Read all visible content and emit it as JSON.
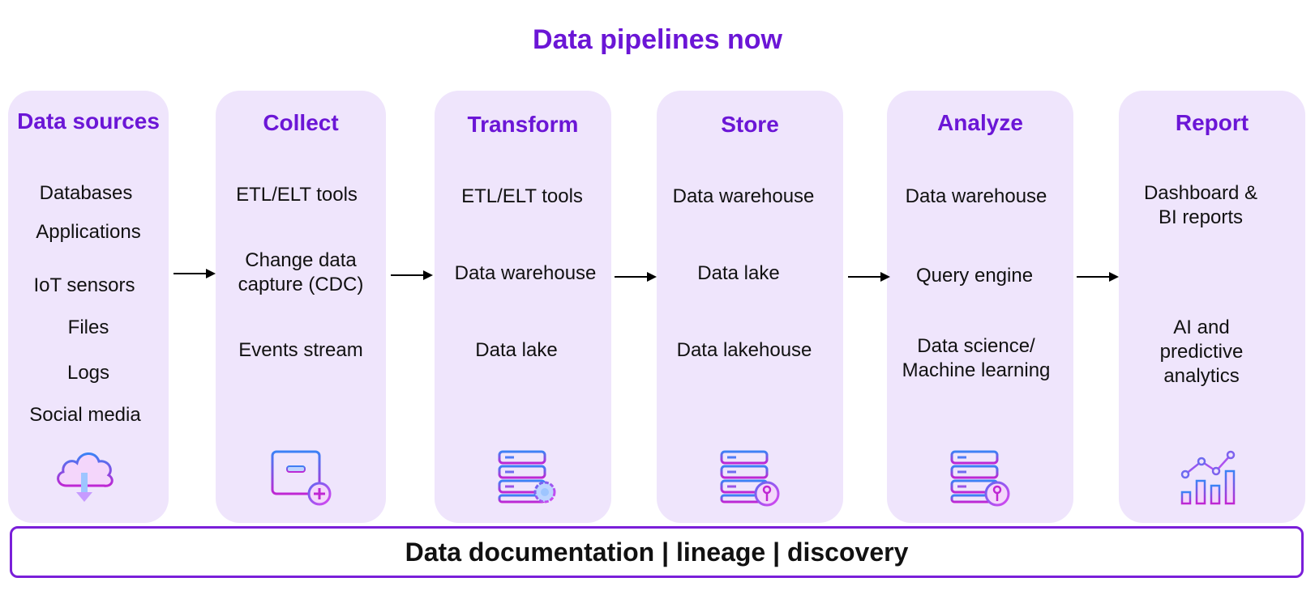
{
  "title": "Data pipelines now",
  "stages": [
    {
      "title": "Data sources",
      "items": [
        "Databases",
        "Applications",
        "IoT sensors",
        "Files",
        "Logs",
        "Social media"
      ],
      "icon": "cloud-download-icon"
    },
    {
      "title": "Collect",
      "items": [
        "ETL/ELT tools",
        "Change data\ncapture (CDC)",
        "Events stream"
      ],
      "icon": "inbox-add-icon"
    },
    {
      "title": "Transform",
      "items": [
        "ETL/ELT tools",
        "Data warehouse",
        "Data lake"
      ],
      "icon": "server-gear-icon"
    },
    {
      "title": "Store",
      "items": [
        "Data warehouse",
        "Data lake",
        "Data lakehouse"
      ],
      "icon": "server-key-icon"
    },
    {
      "title": "Analyze",
      "items": [
        "Data warehouse",
        "Query engine",
        "Data science/\nMachine learning"
      ],
      "icon": "server-key-icon"
    },
    {
      "title": "Report",
      "items": [
        "Dashboard &\nBI reports",
        "AI and\npredictive\nanalytics"
      ],
      "icon": "analytics-chart-icon"
    }
  ],
  "footer": "Data documentation | lineage | discovery",
  "colors": {
    "accent": "#6b16d6",
    "panel": "#efe5fc",
    "icon_start": "#3b82f6",
    "icon_end": "#c026d3"
  }
}
